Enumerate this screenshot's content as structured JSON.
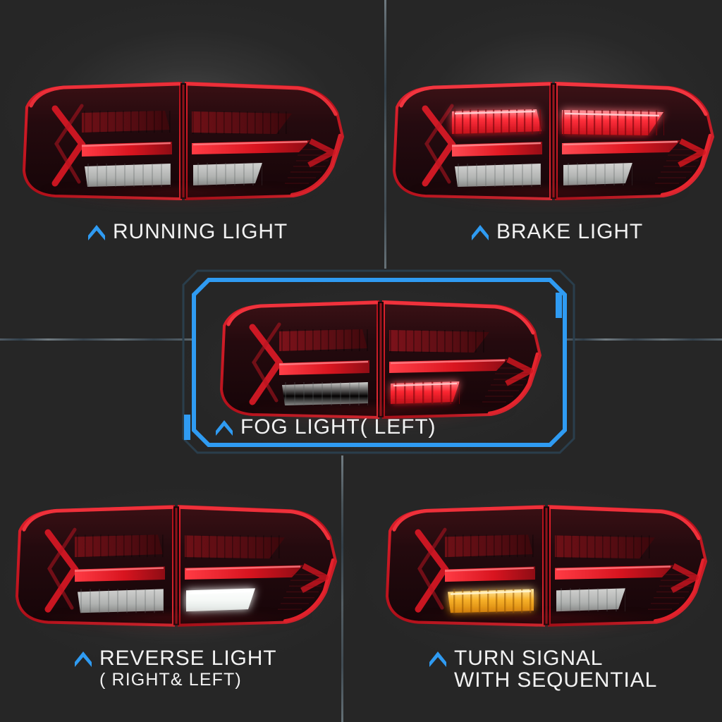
{
  "page": {
    "background_color": "#262626",
    "accent_color": "#2f9bf2",
    "text_color": "#f2f2f2",
    "lamp_red": "#c9111c",
    "lamp_amber": "#f0a01e",
    "lamp_white": "#f2f4f2",
    "layout": "2x2 grid with centered highlighted panel"
  },
  "panels": [
    {
      "id": "running-light",
      "label_line1": "RUNNING LIGHT",
      "label_line2": "",
      "state": "running",
      "highlighted": false,
      "icon": "chevron-up-icon"
    },
    {
      "id": "brake-light",
      "label_line1": "BRAKE LIGHT",
      "label_line2": "",
      "state": "brake",
      "highlighted": false,
      "icon": "chevron-up-icon"
    },
    {
      "id": "fog-light",
      "label_line1": "FOG LIGHT( LEFT)",
      "label_line2": "",
      "state": "fog",
      "highlighted": true,
      "icon": "chevron-up-icon"
    },
    {
      "id": "reverse-light",
      "label_line1": "REVERSE LIGHT",
      "label_line2": "( RIGHT& LEFT)",
      "state": "reverse",
      "highlighted": false,
      "icon": "chevron-up-icon"
    },
    {
      "id": "turn-signal",
      "label_line1": "TURN SIGNAL",
      "label_line2": "WITH SEQUENTIAL",
      "state": "turn",
      "highlighted": false,
      "icon": "chevron-up-icon"
    }
  ]
}
